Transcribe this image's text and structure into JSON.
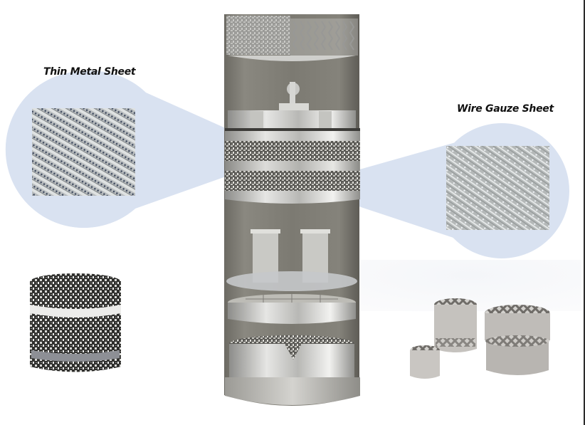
{
  "labels": {
    "thin_metal_sheet": "Thin Metal Sheet",
    "wire_gauze_sheet": "Wire Gauze Sheet"
  },
  "colors": {
    "callout_fill": "#d9e2f1",
    "column_shell": "#7e7c74",
    "column_shell_dark": "#5f5d57",
    "steel_light": "#d8d8d6",
    "steel_mid": "#a9a9a6",
    "packing_dark": "#4a4a47",
    "frame_border": "#2b2b2b"
  },
  "figures": {
    "column": "distillation-column-cutaway",
    "callout_left": "thin-metal-sheet-closeup",
    "callout_right": "wire-gauze-sheet-closeup",
    "bottom_left": "structured-packing-block",
    "bottom_right": "random-packing-rings"
  }
}
